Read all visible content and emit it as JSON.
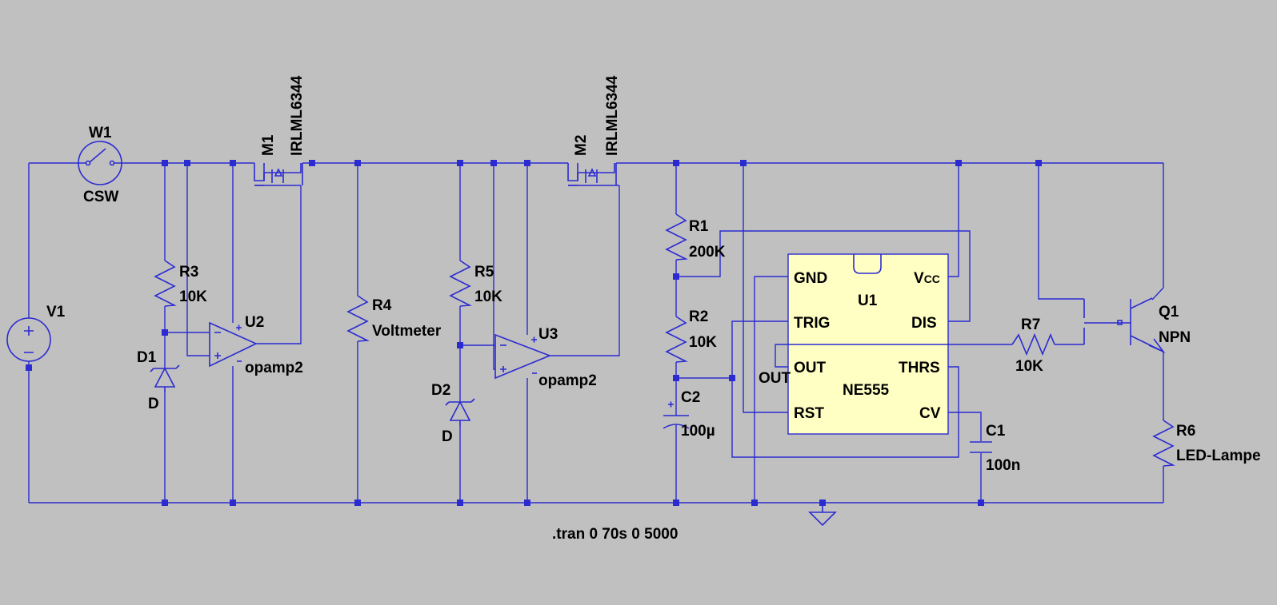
{
  "components": {
    "W1": {
      "name": "W1",
      "value": "CSW"
    },
    "V1": {
      "name": "V1"
    },
    "M1": {
      "name": "M1",
      "value": "IRLML6344"
    },
    "M2": {
      "name": "M2",
      "value": "IRLML6344"
    },
    "R1": {
      "name": "R1",
      "value": "200K"
    },
    "R2": {
      "name": "R2",
      "value": "10K"
    },
    "R3": {
      "name": "R3",
      "value": "10K"
    },
    "R4": {
      "name": "R4",
      "value": "Voltmeter"
    },
    "R5": {
      "name": "R5",
      "value": "10K"
    },
    "R6": {
      "name": "R6",
      "value": "LED-Lampe"
    },
    "R7": {
      "name": "R7",
      "value": "10K"
    },
    "C1": {
      "name": "C1",
      "value": "100n"
    },
    "C2": {
      "name": "C2",
      "value": "100µ"
    },
    "D1": {
      "name": "D1",
      "value": "D"
    },
    "D2": {
      "name": "D2",
      "value": "D"
    },
    "U2": {
      "name": "U2",
      "value": "opamp2"
    },
    "U3": {
      "name": "U3",
      "value": "opamp2"
    },
    "Q1": {
      "name": "Q1",
      "value": "NPN"
    },
    "U1": {
      "name": "U1",
      "value": "NE555",
      "pins": {
        "gnd": "GND",
        "trig": "TRIG",
        "out": "OUT",
        "rst": "RST",
        "vcc_v": "V",
        "vcc_cc": "CC",
        "dis": "DIS",
        "thrs": "THRS",
        "cv": "CV"
      }
    }
  },
  "net_labels": {
    "out": "OUT"
  },
  "directive": ".tran 0 70s 0 5000",
  "colors": {
    "background": "#c0c0c0",
    "wire": "#2b2bd1",
    "ic_fill": "#ffffc4",
    "text": "#000000"
  }
}
